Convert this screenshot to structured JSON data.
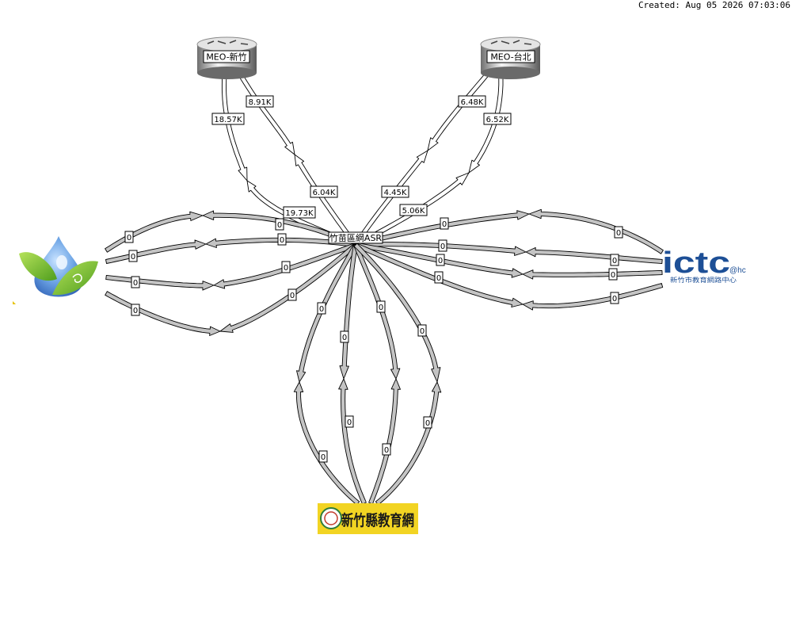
{
  "header": {
    "created": "Created: Aug 05 2026 07:03:06"
  },
  "nodes": {
    "meo_hsinchu": "MEO-新竹",
    "meo_taipei": "MEO-台北",
    "asr": "竹苗區網ASR",
    "hcedu": "新竹縣教育網",
    "ictc_main": "ictc",
    "ictc_suffix": "@hc",
    "ictc_sub": "新竹市教育網路中心"
  },
  "colors": {
    "link_fill": "#c4c4c4",
    "link_idle": "#ffffff",
    "ictc_blue": "#1d4f96",
    "hcedu_bg": "#f2d423"
  },
  "links": {
    "meo_hsinchu_outer_in": "18.57K",
    "meo_hsinchu_outer_out": "19.73K",
    "meo_hsinchu_inner_in": "8.91K",
    "meo_hsinchu_inner_out": "6.04K",
    "meo_taipei_inner_in": "6.48K",
    "meo_taipei_inner_out": "4.45K",
    "meo_taipei_outer_in": "6.52K",
    "meo_taipei_outer_out": "5.06K",
    "zero": "0"
  }
}
